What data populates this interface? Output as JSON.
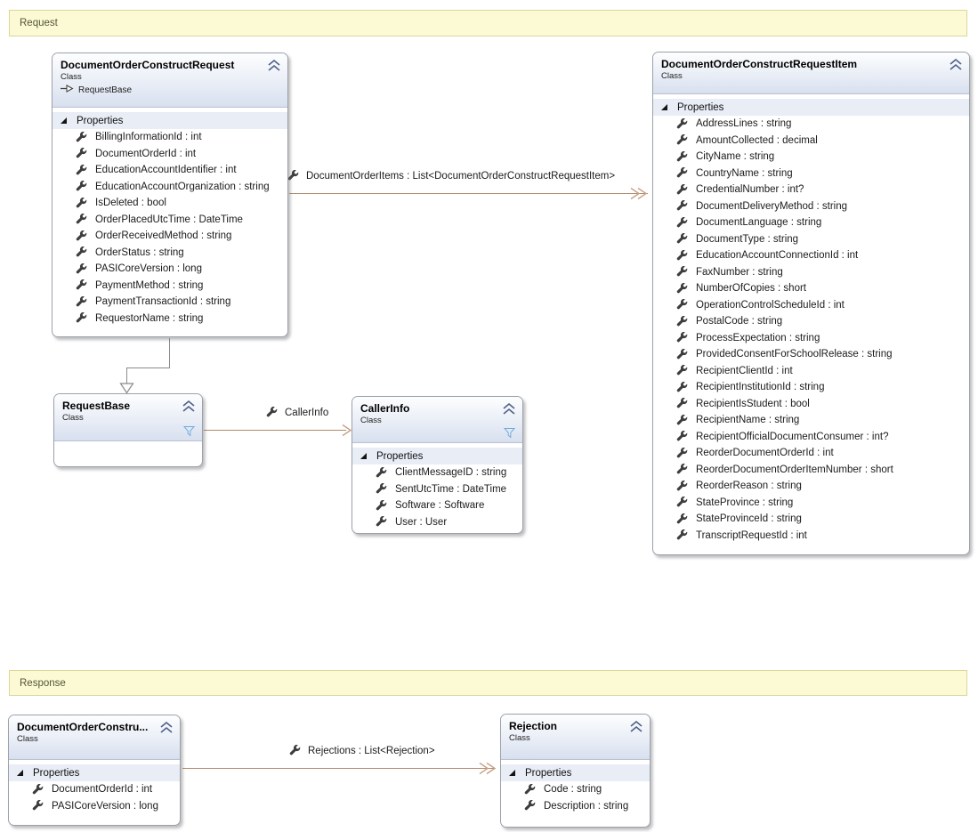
{
  "banners": {
    "request": "Request",
    "response": "Response"
  },
  "classes": [
    {
      "id": "document-order-construct-request",
      "title": "DocumentOrderConstructRequest",
      "kind": "Class",
      "base": "RequestBase",
      "section": "Properties",
      "members": [
        "BillingInformationId : int",
        "DocumentOrderId : int",
        "EducationAccountIdentifier : int",
        "EducationAccountOrganization : string",
        "IsDeleted : bool",
        "OrderPlacedUtcTime : DateTime",
        "OrderReceivedMethod : string",
        "OrderStatus : string",
        "PASICoreVersion : long",
        "PaymentMethod : string",
        "PaymentTransactionId : string",
        "RequestorName : string"
      ]
    },
    {
      "id": "document-order-construct-request-item",
      "title": "DocumentOrderConstructRequestItem",
      "kind": "Class",
      "section": "Properties",
      "members": [
        "AddressLines : string",
        "AmountCollected : decimal",
        "CityName : string",
        "CountryName : string",
        "CredentialNumber : int?",
        "DocumentDeliveryMethod : string",
        "DocumentLanguage : string",
        "DocumentType : string",
        "EducationAccountConnectionId : int",
        "FaxNumber : string",
        "NumberOfCopies : short",
        "OperationControlScheduleId : int",
        "PostalCode : string",
        "ProcessExpectation : string",
        "ProvidedConsentForSchoolRelease : string",
        "RecipientClientId : int",
        "RecipientInstitutionId : string",
        "RecipientIsStudent : bool",
        "RecipientName : string",
        "RecipientOfficialDocumentConsumer : int?",
        "ReorderDocumentOrderId : int",
        "ReorderDocumentOrderItemNumber : short",
        "ReorderReason : string",
        "StateProvince : string",
        "StateProvinceId : string",
        "TranscriptRequestId : int"
      ]
    },
    {
      "id": "request-base",
      "title": "RequestBase",
      "kind": "Class",
      "members": []
    },
    {
      "id": "caller-info",
      "title": "CallerInfo",
      "kind": "Class",
      "section": "Properties",
      "members": [
        "ClientMessageID : string",
        "SentUtcTime : DateTime",
        "Software : Software",
        "User : User"
      ]
    },
    {
      "id": "document-order-construct-response",
      "title": "DocumentOrderConstru...",
      "kind": "Class",
      "section": "Properties",
      "members": [
        "DocumentOrderId : int",
        "PASICoreVersion : long"
      ]
    },
    {
      "id": "rejection",
      "title": "Rejection",
      "kind": "Class",
      "section": "Properties",
      "members": [
        "Code : string",
        "Description : string"
      ]
    }
  ],
  "connectors": [
    {
      "type": "association",
      "label": "DocumentOrderItems : List<DocumentOrderConstructRequestItem>"
    },
    {
      "type": "inheritance",
      "label": ""
    },
    {
      "type": "association",
      "label": "CallerInfo"
    },
    {
      "type": "association",
      "label": "Rejections : List<Rejection>"
    }
  ],
  "colors": {
    "association_line": "#b28a6a",
    "inheritance_line": "#8b8b8b",
    "banner_fill": "#fbfad4",
    "banner_border": "#dbd79b",
    "header_gradient_end": "#d8e0ef",
    "section_band": "#e8edf6"
  }
}
